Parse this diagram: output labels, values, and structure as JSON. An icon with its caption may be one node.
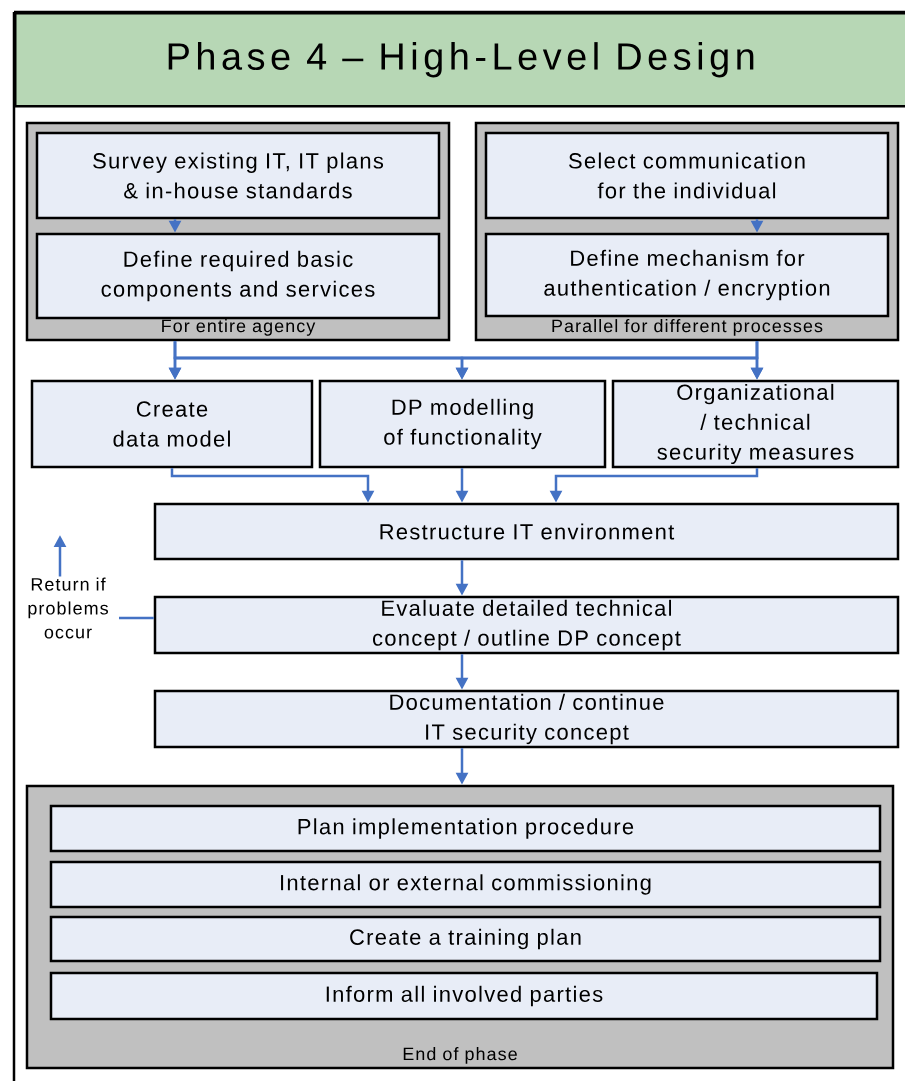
{
  "diagram": {
    "title": "Phase 4 – High-Level Design",
    "nodes": [
      {
        "text": [
          "For entire agency"
        ]
      },
      {
        "text": [
          "Survey existing IT, IT plans & in-house standards"
        ],
        "in": 0
      },
      {
        "text": [
          "Define required basic components and services"
        ],
        "in": 0
      },
      {
        "text": [
          "Parallel for different processes"
        ]
      },
      {
        "text": [
          "Select communication for the individual"
        ],
        "in": 3
      },
      {
        "text": [
          "Define mechanism for authentication / encryption"
        ],
        "in": 3
      },
      {
        "text": [
          "Create data model"
        ]
      },
      {
        "text": [
          "DP modelling of functionality"
        ]
      },
      {
        "text": [
          "Organizational / technical security measures"
        ]
      },
      {
        "text": [
          "Restructure IT environment"
        ]
      },
      {
        "text": [
          "Evaluate detailed technical concept / outline DP concept"
        ]
      },
      {
        "text": [
          "Documentation / continue IT security concept"
        ]
      },
      {
        "text": [
          "End of phase"
        ]
      },
      {
        "text": [
          "Plan implementation procedure"
        ],
        "in": 12
      },
      {
        "text": [
          "Internal or external commissioning"
        ],
        "in": 12
      },
      {
        "text": [
          "Create a training plan"
        ],
        "in": 12
      },
      {
        "text": [
          "Inform all involved parties"
        ],
        "in": 12
      }
    ],
    "edges": [
      {
        "from": 1,
        "to": 2,
        "arrow": "to"
      },
      {
        "from": 4,
        "to": 5,
        "arrow": "to"
      },
      {
        "from": 0,
        "to": 6,
        "arrow": "to"
      },
      {
        "from": 0,
        "to": 7,
        "arrow": "to"
      },
      {
        "from": 0,
        "to": 8,
        "arrow": "to"
      },
      {
        "from": 3,
        "to": 6,
        "arrow": "to"
      },
      {
        "from": 3,
        "to": 7,
        "arrow": "to"
      },
      {
        "from": 3,
        "to": 8,
        "arrow": "to"
      },
      {
        "from": 6,
        "to": 9,
        "arrow": "to"
      },
      {
        "from": 7,
        "to": 9,
        "arrow": "to"
      },
      {
        "from": 8,
        "to": 9,
        "arrow": "to"
      },
      {
        "from": 9,
        "to": 10,
        "arrow": "to"
      },
      {
        "from": 10,
        "to": 11,
        "arrow": "to"
      },
      {
        "from": 11,
        "to": 12,
        "arrow": "to"
      },
      {
        "from": 10,
        "to": null,
        "arrow": "to",
        "label": "Return if problems occur"
      }
    ]
  }
}
